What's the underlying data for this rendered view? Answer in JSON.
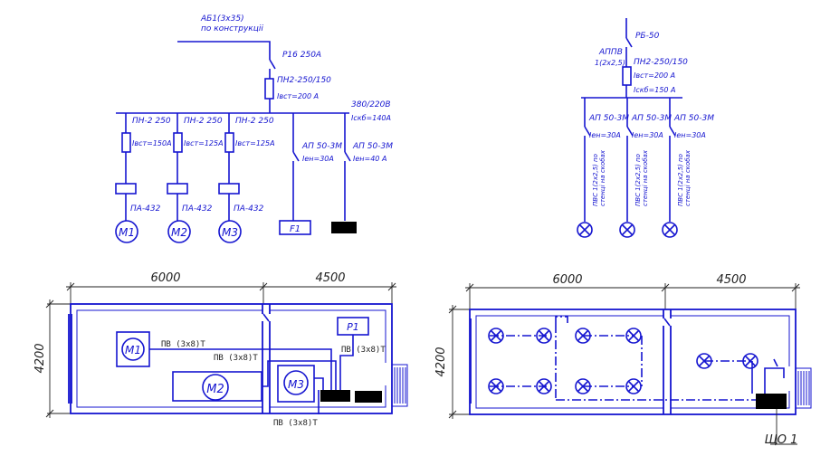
{
  "colors": {
    "ink": "#1515d0",
    "dim": "#222222"
  },
  "left_scheme": {
    "feeder": [
      "АБ1(3х35)",
      "по конструкціі"
    ],
    "main_switch": "Р16 250А",
    "main_fuse": "ПН2-250/150",
    "main_fuse_current": "Івст=200 А",
    "voltage": "380/220В",
    "calc_current": "Іскб=140А",
    "motor_branches": [
      {
        "fuse": "ПН-2 250",
        "current": "Івст=150А",
        "starter": "ПА-432",
        "motor": "М1"
      },
      {
        "fuse": "ПН-2 250",
        "current": "Івст=125А",
        "starter": "ПА-432",
        "motor": "М2"
      },
      {
        "fuse": "ПН-2 250",
        "current": "Івст=125А",
        "starter": "ПА-432",
        "motor": "М3"
      }
    ],
    "breaker_branches": [
      {
        "breaker": "АП 50-3М",
        "current": "Іен=30А",
        "load": "F1"
      },
      {
        "breaker": "АП 50-3М",
        "current": "Іен=40 А",
        "load": ""
      }
    ]
  },
  "right_scheme": {
    "switch": "РБ-50",
    "feeder": [
      "АППВ",
      "1(2х2,5)"
    ],
    "fuse": "ПН2-250/150",
    "fuse_current": "Івст=200 А",
    "calc_current": "Іскб=150 А",
    "branches": [
      {
        "breaker": "АП 50-3М",
        "current": "Іен=30А",
        "cable": [
          "ПВС 1(2х2,5) по",
          "стенці на скобах"
        ]
      },
      {
        "breaker": "АП 50-3М",
        "current": "Іен=30А",
        "cable": [
          "ПВС 1(2х2,5) по",
          "стенці на скобах"
        ]
      },
      {
        "breaker": "АП 50-3М",
        "current": "Іен=30А",
        "cable": [
          "ПВС 1(2х2,5) по",
          "стенці на скобах"
        ]
      }
    ]
  },
  "left_plan": {
    "dim_left": "6000",
    "dim_right": "4500",
    "dim_height": "4200",
    "motors": [
      "М1",
      "М2",
      "М3"
    ],
    "panel": "Р1",
    "wire_labels": [
      "ПВ (3х8)Т",
      "ПВ (3х8)Т",
      "ПВ (3х8)Т",
      "ПВ (3х8)Т"
    ]
  },
  "right_plan": {
    "dim_left": "6000",
    "dim_right": "4500",
    "dim_height": "4200",
    "board": "ЩО 1"
  }
}
